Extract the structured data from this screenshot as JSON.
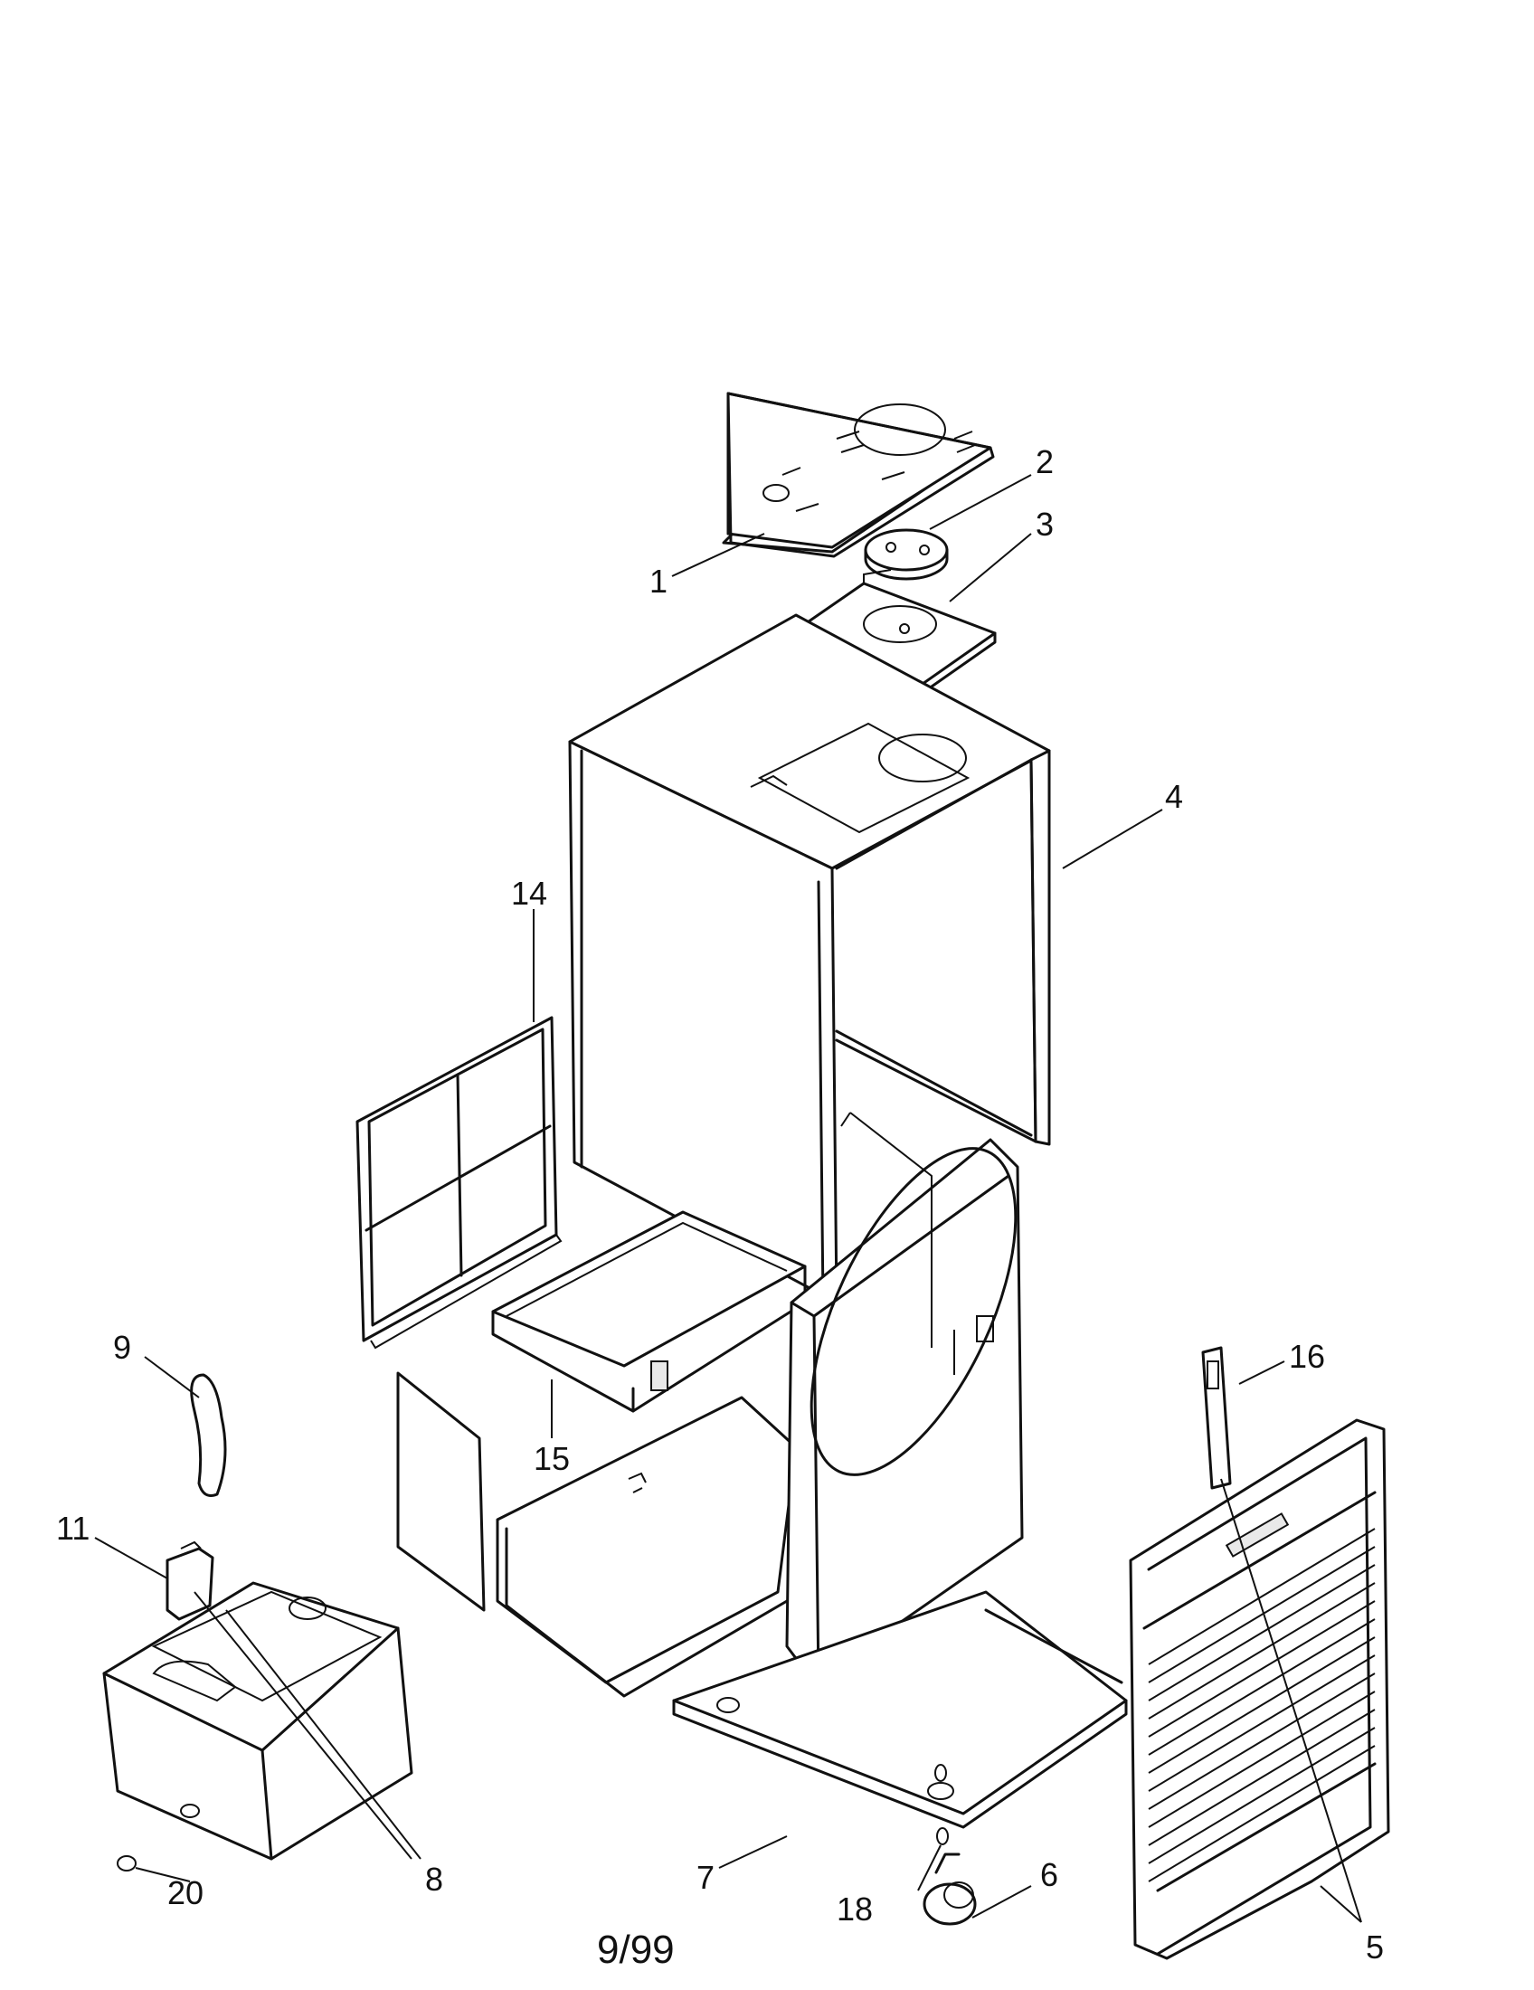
{
  "callouts": {
    "c1": "1",
    "c2": "2",
    "c3": "3",
    "c4": "4",
    "c5": "5",
    "c6": "6",
    "c7": "7",
    "c8": "8",
    "c9": "9",
    "c11": "11",
    "c14": "14",
    "c15": "15",
    "c16": "16",
    "c18": "18",
    "c20": "20"
  },
  "footer": {
    "date": "9/99"
  }
}
